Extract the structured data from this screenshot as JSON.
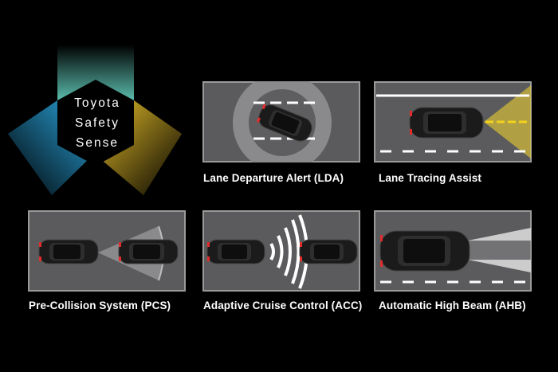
{
  "logo": {
    "line1": "Toyota",
    "line2": "Safety",
    "line3": "Sense"
  },
  "features": [
    {
      "caption": "Lane Departure Alert (LDA)"
    },
    {
      "caption": "Lane Tracing Assist"
    },
    {
      "caption": "Pre-Collision System (PCS)"
    },
    {
      "caption": "Adaptive Cruise Control (ACC)"
    },
    {
      "caption": "Automatic High Beam (AHB)"
    }
  ],
  "colors": {
    "background": "#000000",
    "road": "#5b5b5d",
    "frame": "#9a9a9a",
    "logo_blue": "#2aa7e0",
    "logo_yellow": "#e8c02a",
    "logo_teal": "#5fc5b5",
    "lane_assist_beam": "#f2d21c"
  },
  "icons": [
    "toyota-safety-sense-logo",
    "car-icon",
    "radar-waves-icon",
    "headlight-beam-icon"
  ]
}
